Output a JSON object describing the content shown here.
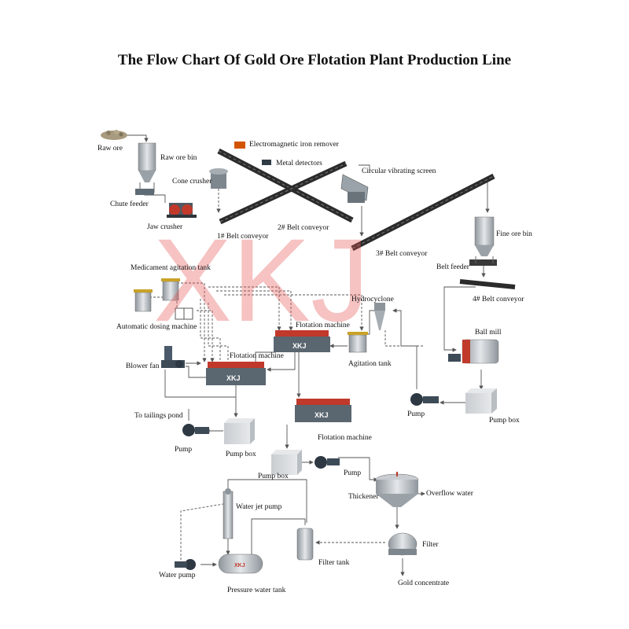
{
  "title": "The Flow Chart Of Gold Ore Flotation Plant Production Line",
  "labels": {
    "raw_ore": "Raw ore",
    "raw_ore_bin": "Raw ore bin",
    "chute_feeder": "Chute feeder",
    "cone_crusher": "Cone crusher",
    "jaw_crusher": "Jaw crusher",
    "belt_conveyor_1": "1# Belt conveyor",
    "belt_conveyor_2": "2# Belt conveyor",
    "belt_conveyor_3": "3# Belt conveyor",
    "belt_conveyor_4": "4# Belt conveyor",
    "electromagnetic_iron_remover": "Electromagnetic iron remover",
    "metal_detectors": "Metal detectors",
    "circular_vibrating_screen": "Circular vibrating screen",
    "fine_ore_bin": "Fine ore bin",
    "belt_feeder": "Belt feeder",
    "medicament_agitation_tank": "Medicament agitation tank",
    "automatic_dosing_machine": "Automatic dosing machine",
    "hydrocyclone": "Hydrocyclone",
    "flotation_machine_upper": "Flotation machine",
    "flotation_machine_middle": "Flotation machine",
    "flotation_machine_lower": "Flotation machine",
    "agitation_tank": "Agitation tank",
    "ball_mill": "Ball mill",
    "blower_fan": "Blower fan",
    "pump_right": "Pump",
    "pump_box_right": "Pump box",
    "to_tailings_pond": "To tailings pond",
    "pump_left": "Pump",
    "pump_box_left": "Pump box",
    "pump_box_center": "Pump box",
    "pump_center": "Pump",
    "thickener": "Thickener",
    "overflow_water": "Overflow water",
    "water_jet_pump": "Water jet pump",
    "filter": "Filter",
    "filter_tank": "Filter tank",
    "water_pump": "Water pump",
    "pressure_water_tank": "Pressure water tank",
    "gold_concentrate": "Gold concentrate"
  },
  "watermark": "XKJ",
  "colors": {
    "line": "#555555",
    "belt": "#333333",
    "watermark": "#e65050",
    "flotation_red": "#c0392b",
    "pump_box": "#d5d8dc",
    "tank": "#aab0b5"
  }
}
